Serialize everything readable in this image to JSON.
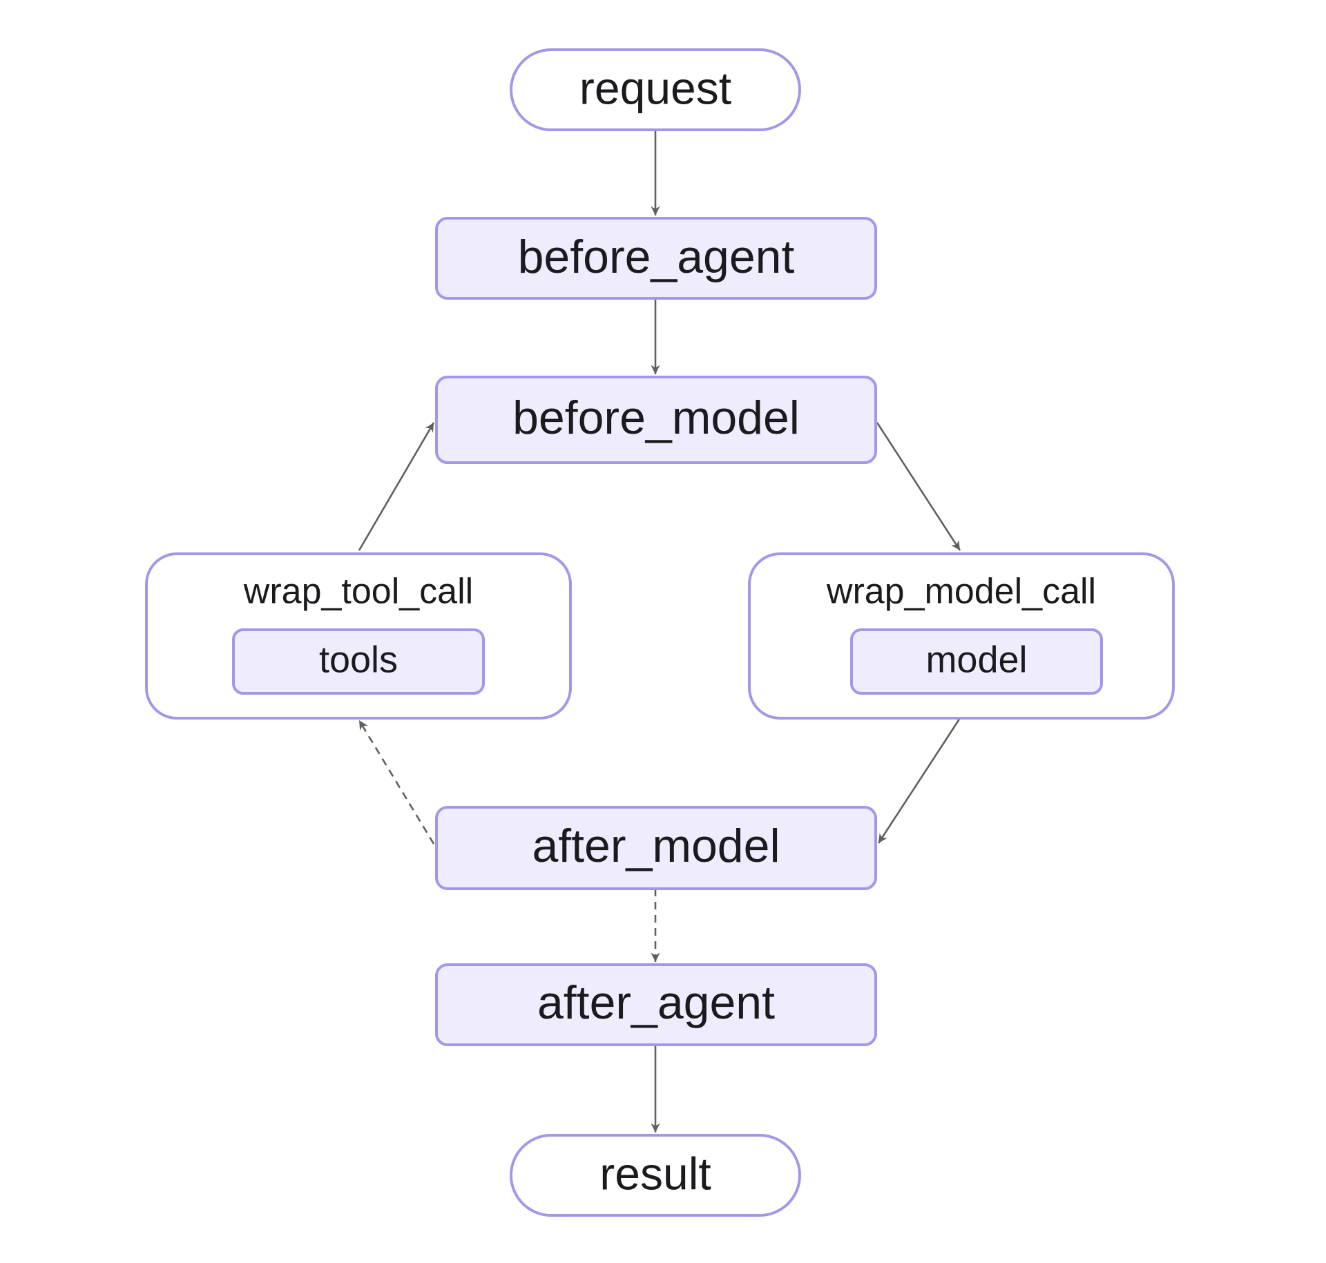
{
  "colors": {
    "node_fill": "#efedfd",
    "node_stroke": "#a596e8",
    "edge": "#5f5f5f",
    "text": "#1b1b1f",
    "background": "#ffffff"
  },
  "nodes": {
    "request": "request",
    "before_agent": "before_agent",
    "before_model": "before_model",
    "wrap_tool_call": "wrap_tool_call",
    "tools": "tools",
    "wrap_model_call": "wrap_model_call",
    "model": "model",
    "after_model": "after_model",
    "after_agent": "after_agent",
    "result": "result"
  },
  "edges": [
    {
      "from": "request",
      "to": "before_agent",
      "style": "solid"
    },
    {
      "from": "before_agent",
      "to": "before_model",
      "style": "solid"
    },
    {
      "from": "before_model",
      "to": "wrap_model_call",
      "style": "solid"
    },
    {
      "from": "wrap_model_call",
      "to": "after_model",
      "style": "solid"
    },
    {
      "from": "after_model",
      "to": "wrap_tool_call",
      "style": "dashed"
    },
    {
      "from": "wrap_tool_call",
      "to": "before_model",
      "style": "solid"
    },
    {
      "from": "after_model",
      "to": "after_agent",
      "style": "dashed"
    },
    {
      "from": "after_agent",
      "to": "result",
      "style": "solid"
    }
  ]
}
